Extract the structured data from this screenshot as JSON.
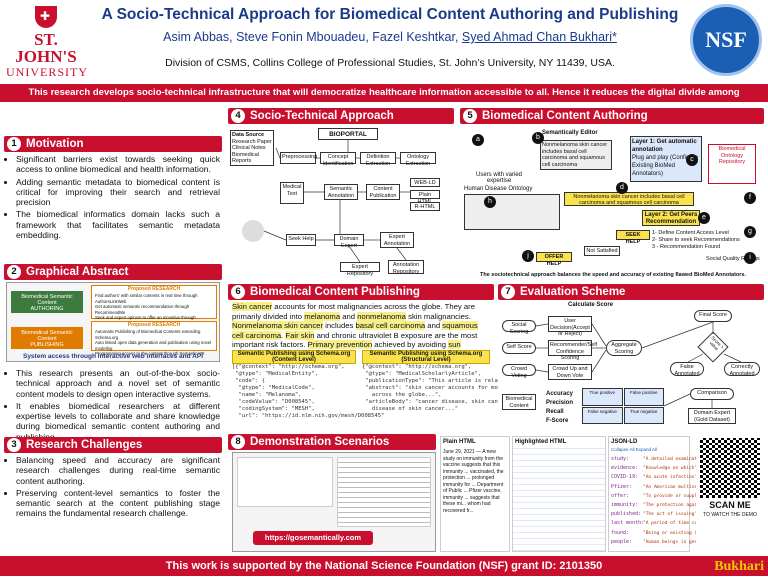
{
  "header": {
    "title": "A Socio-Technical Approach for Biomedical Content Authoring and Publishing",
    "authors_pre": "Asim Abbas, Steve Fonin Mbouadeu, Fazel Keshtkar, ",
    "authors_underlined": "Syed Ahmad Chan Bukhari*",
    "affiliation": "Division of CSMS, Collins College of Professional Studies, St. John’s University, NY 11439, USA.",
    "logo_left_1": "ST. JOHN'S",
    "logo_left_2": "UNIVERSITY",
    "logo_right": "NSF"
  },
  "banner": "This research develops socio-technical infrastructure that will democratize healthcare information accessible to all. Hence it reduces the digital divide among communities.",
  "footer": {
    "text": "This work is supported by the National Science Foundation (NSF) grant ID: 2101350",
    "brand": "Bukhari"
  },
  "sections": {
    "s1": {
      "num": "1",
      "title": "Motivation",
      "bullets": [
        "Significant barriers exist towards seeking quick access to online biomedical and health information.",
        "Adding semantic metadata to biomedical content is critical for improving their search and retrieval precision",
        "The biomedical informatics domain lacks such a framework that facilitates semantic metadata embedding."
      ]
    },
    "s2": {
      "num": "2",
      "title": "Graphical Abstract",
      "current_label": "Biomedical Semantic Content\nAUTHORING",
      "current_tag": "Proposed RESEARCH",
      "current_items": [
        "Find authors' with similar contents in real time through AuthorsLinkWeb",
        "Get automatic semantic recommendation through RecommendMe",
        "Seek and expert opinion to offer an incentive through SemanticSoft Calls"
      ],
      "publish_label": "Biomedical Semantic Content\nPUBLISHING",
      "publish_tag": "Proposed RESEARCH",
      "publish_items": [
        "Automatic Publishing of Biomedical Contents extending Schema.org",
        "Auto linked open data generation and publication using novel modeling",
        "Programming access to the content through SemanticAPI"
      ],
      "caption": "System access through interactive web interfaces and API",
      "bullets": [
        "This research presents an out-of-the-box socio-technical approach and a novel set of semantic content models to design open interactive systems.",
        "It enables biomedical researchers at different expertise levels to collaborate and share knowledge during biomedical semantic content authoring and publishing."
      ]
    },
    "s3": {
      "num": "3",
      "title": "Research Challenges",
      "bullets": [
        "Balancing speed and accuracy are significant research challenges during real-time semantic content authoring.",
        "Preserving content-level semantics to foster the semantic search at the content publishing stage remains the fundamental research challenge."
      ]
    },
    "s4": {
      "num": "4",
      "title": "Socio-Technical Approach",
      "datasource": "Data Source",
      "sources": [
        "Research Paper",
        "Clinical Notes",
        "Biomedical Reports"
      ],
      "bioportal": "BIOPORTAL",
      "pipeline": [
        "Preprocessing",
        "Concept Identification",
        "Definition Extraction",
        "Ontology Extraction"
      ],
      "mid": [
        "Medical Text",
        "Semantic Annotation",
        "Content Publication"
      ],
      "outputs": [
        "WEB-LD",
        "Plain HTML",
        "R-HTML"
      ],
      "bottom": [
        "Seek Help",
        "Domain Expert",
        "Expert Annotation"
      ],
      "repos": [
        "Expert Repository",
        "Annotation Repository"
      ]
    },
    "s5": {
      "num": "5",
      "title": "Biomedical Content Authoring",
      "editor": "Semantically Editor",
      "layer1": "Layer 1: Get automatic annotation",
      "plug": "Plug and play (Configure Existing BioMed Annotators)",
      "repo": "Biomedical Ontology Repository",
      "users": "Users with varied expertise",
      "human": "Human Disease Ontology",
      "sentence": "Nonmelanoma skin cancer includes basal cell carcinoma and squamous cell carcinoma",
      "layer2": "Layer 2: Get Peers Recommendation",
      "seek": "SEEK HELP",
      "steps": [
        "1- Define Content Access Level",
        "2- Share to seek Recommendations",
        "3 - Recommendation Found"
      ],
      "offer": "OFFER HELP",
      "notsat": "Not Satisfied",
      "social": "Social Quality Ratings",
      "caption": "The sociotechnical approach balances the speed and accuracy of existing flawed BioMed Annotators.",
      "markers": [
        "a",
        "b",
        "c",
        "d",
        "e",
        "f",
        "g",
        "h",
        "i",
        "j"
      ]
    },
    "s6": {
      "num": "6",
      "title": "Biomedical Content Publishing",
      "paragraph": [
        {
          "t": "Skin cancer",
          "c": "hl"
        },
        {
          "t": " accounts for most malignancies across the globe. They are primarily divided into ",
          "c": ""
        },
        {
          "t": "melanoma",
          "c": "hl"
        },
        {
          "t": " and ",
          "c": ""
        },
        {
          "t": "nonmelanoma",
          "c": "hl"
        },
        {
          "t": " skin malignancies. ",
          "c": ""
        },
        {
          "t": "Nonmelanoma skin cancer",
          "c": "hl"
        },
        {
          "t": " includes ",
          "c": ""
        },
        {
          "t": "basal cell carcinoma",
          "c": "hl"
        },
        {
          "t": " and ",
          "c": ""
        },
        {
          "t": "squamous cell carcinoma",
          "c": "hl"
        },
        {
          "t": ". ",
          "c": ""
        },
        {
          "t": "Fair skin",
          "c": "hl"
        },
        {
          "t": " and chronic ultraviolet B exposure are the most important risk factors. ",
          "c": ""
        },
        {
          "t": "Primary prevention",
          "c": "hl"
        },
        {
          "t": " achieved by avoiding ",
          "c": ""
        },
        {
          "t": "sun exposure",
          "c": "hl"
        },
        {
          "t": " and tanning beds.",
          "c": ""
        }
      ],
      "left_caption": "Semantic Publishing using Schema.org (Content Level)",
      "right_caption": "Semantic Publishing using Schema.org (Structural Level)",
      "left_code": "[{\"@context\": \"http://schema.org\",\n \"@type\": \"MedicalEntity\",\n \"code\": {\n  \"@type\": \"MedicalCode\",\n  \"name\": \"Melanoma\",\n  \"codeValue\": \"D008545\",\n  \"codingSystem\": \"MESH\",\n  \"url\": \"https://id.nlm.nih.gov/mesh/D008545\"",
      "right_code": "{\"@context\": \"http://schema.org\",\n \"@type\": \"MedicalScholarlyArticle\",\n \"publicationType\": \"This article is related to skin cancer ...\",\n \"abstract\": \"skin cancer accounts for most malignancies\n   across the globe...\",\n \"articleBody\": \"cancer disease, skin cancer,\n   disease of skin cancer...\""
    },
    "s7": {
      "num": "7",
      "title": "Evaluation Scheme",
      "calc": "Calculate Score",
      "left": [
        "Social Scoring",
        "Self Score",
        "Crowd Voting"
      ],
      "mid": [
        "User Decision(Accept or Reject)",
        "Recommender/Self Confidence Scoring",
        "Crowd Up and Down Vote"
      ],
      "agg": "Aggregate Scoring",
      "final": "Final Score",
      "decide": "Score > value",
      "false_ann": "False Annotated",
      "correct_ann": "Correctly Annotated",
      "content": "Biomedical Content",
      "metrics": [
        "Accuracy",
        "Precision",
        "Recall",
        "F-Score"
      ],
      "comparison": "Comparison",
      "gold": "Domain Expert (Gold Dataset)",
      "cm": [
        "True positive",
        "False positive",
        "False negative",
        "True negative"
      ]
    },
    "s8": {
      "num": "8",
      "title": "Demonstration Scenarios",
      "url": "https://gosemantically.com",
      "plain_label": "Plain HTML",
      "highlighted_label": "Highlighted HTML",
      "jsonld_label": "JSON-LD",
      "plain_text": "June 29, 2021 — A new study on immunity from the vaccine suggests that this immunity ... vaccinated, the protection ... prolonged immunity for ... Department of Public ... Pfizer vaccine, immunity ... suggests that these mi... whom had recovered fr...",
      "json_lines": [
        "study:",
        "evidence:",
        "COVID-19:",
        "Pfizer:",
        "offer:",
        "immunity:",
        "published:",
        "last month:",
        "found:",
        "people:"
      ],
      "json_vals": [
        "\"A detailed examinat\"",
        "\"Knowledge on which\"",
        "\"An acute infection\"",
        "\"An American multina\"",
        "\"To provide or suppl\"",
        "\"The protection again\"",
        "\"The act of issuing\"",
        "\"A period of time co\"",
        "\"Being or existing i\"",
        "\"Human beings in gen\""
      ],
      "collapse": "Collapse All  Expand All",
      "scan": "SCAN ME",
      "scan_sub": "TO WATCH THE DEMO"
    }
  }
}
